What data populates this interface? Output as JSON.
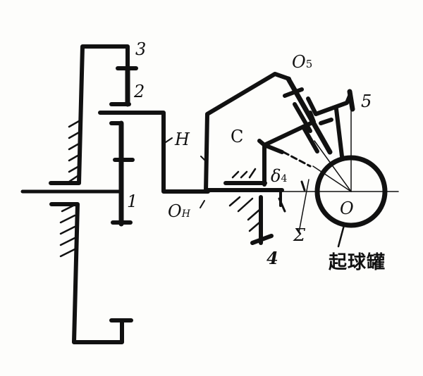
{
  "diagram": {
    "title": "",
    "labels": {
      "gear3": "3",
      "gear2": "2",
      "gear1": "1",
      "carrier": "H",
      "carrier_axis": "OH",
      "carrier_axis_main": "O",
      "carrier_axis_sub": "H",
      "point_c": "C",
      "point_o5": "O",
      "point_o5_sub": "5",
      "gear5": "5",
      "gear4": "4",
      "angle_delta": "δ",
      "angle_delta_sub": "4",
      "angle_sigma": "Σ",
      "center_o": "O",
      "ball_tank": "起球罐"
    },
    "colors": {
      "ink": "#111111",
      "paper": "#fdfdfb"
    }
  }
}
